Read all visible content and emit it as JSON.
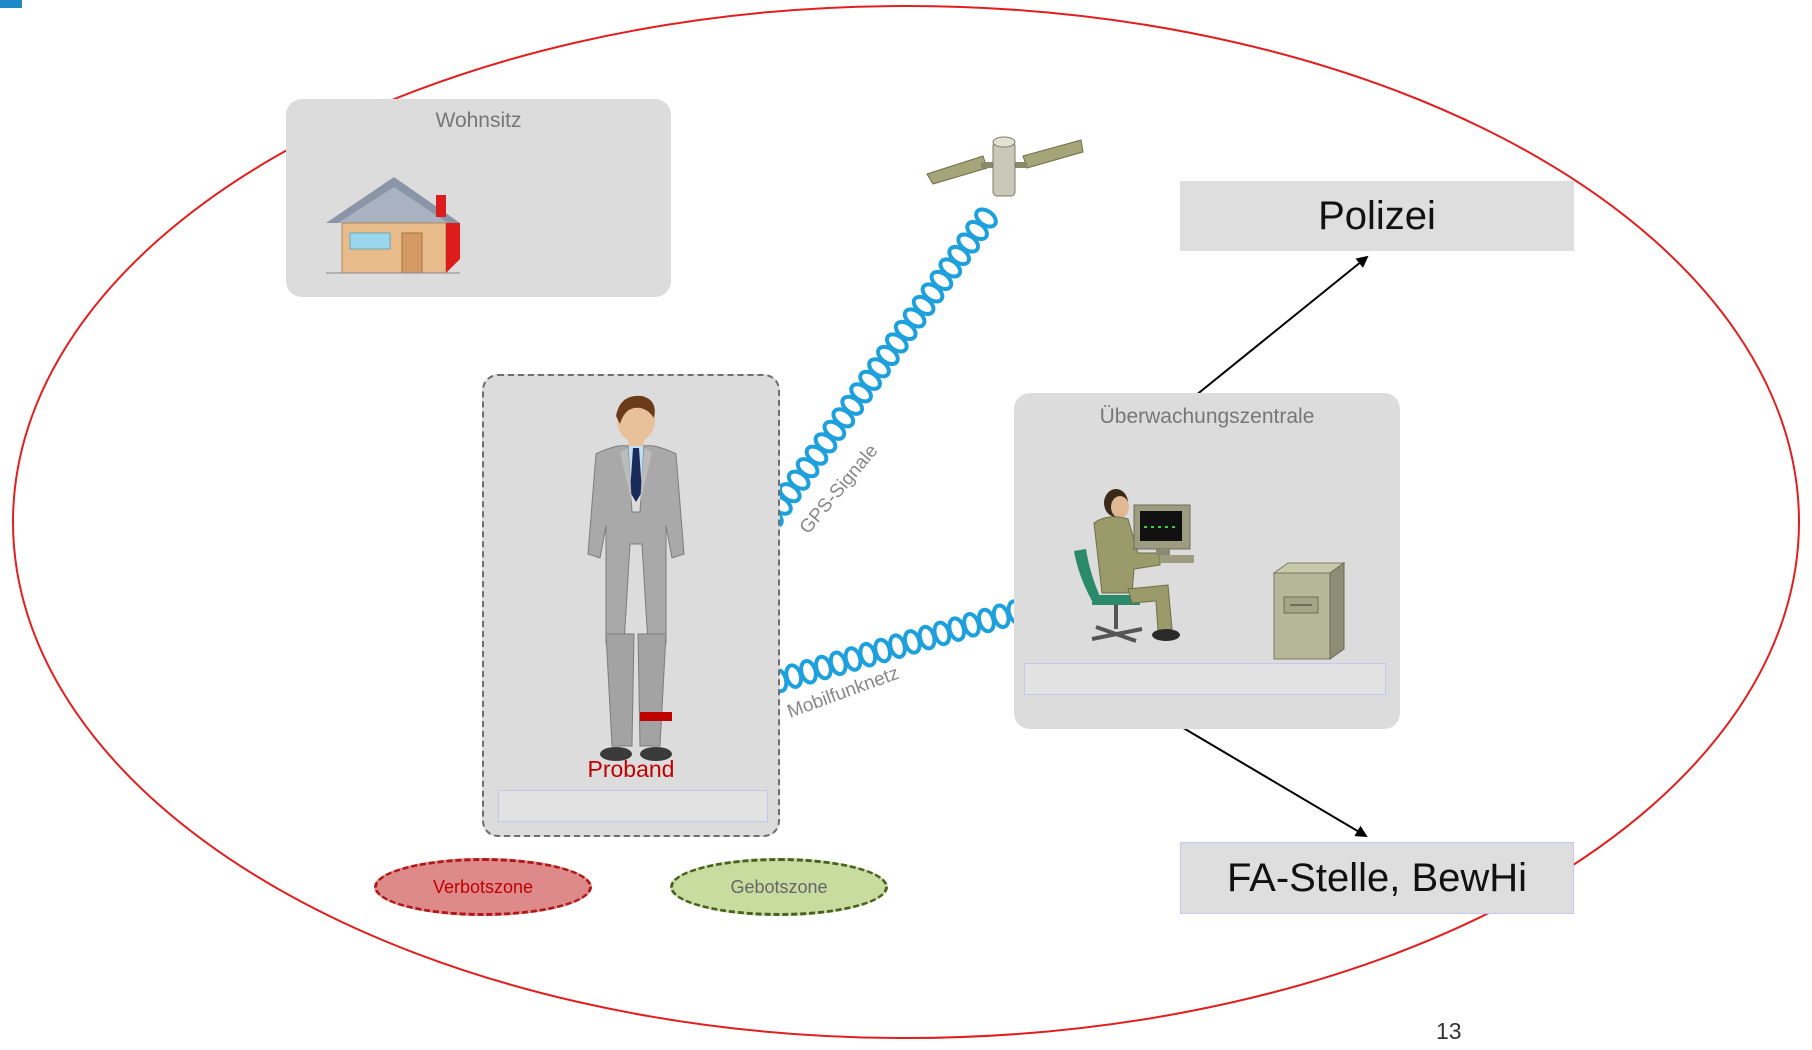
{
  "colors": {
    "boundary": "#e02020",
    "signal": "#1ea0dc",
    "panel_bg": "#dcdcdc",
    "proband_label": "#c00000",
    "verbot_fill": "#de8a8a",
    "verbot_border": "#b01818",
    "gebot_fill": "#c8dca0",
    "gebot_border": "#4a6020",
    "arrow": "#000000"
  },
  "panels": {
    "wohnsitz": {
      "title": "Wohnsitz",
      "icon": "house-icon"
    },
    "proband": {
      "label": "Proband",
      "icon": "person-icon",
      "device": "ankle-tag-icon"
    },
    "zentrale": {
      "title": "Überwachungszentrale",
      "icons": [
        "operator-icon",
        "monitor-icon",
        "server-icon"
      ]
    }
  },
  "satellite": {
    "icon": "satellite-icon"
  },
  "links": {
    "gps": "GPS-Signale",
    "mobil": "Mobilfunknetz"
  },
  "targets": {
    "polizei": "Polizei",
    "fa_stelle": "FA-Stelle, BewHi"
  },
  "zones": {
    "verbot": "Verbotszone",
    "gebot": "Gebotszone"
  },
  "page_number": "13"
}
